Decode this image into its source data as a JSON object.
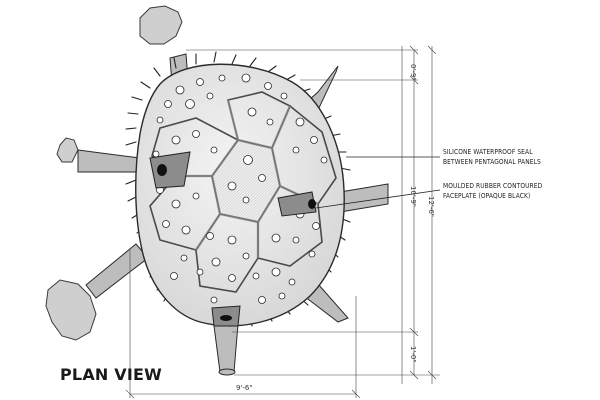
{
  "title": "PLAN VIEW",
  "callouts": [
    {
      "line1": "SILICONE WATERPROOF SEAL",
      "line2": "BETWEEN PENTAGONAL PANELS"
    },
    {
      "line1": "MOULDED RUBBER CONTOURED",
      "line2": "FACEPLATE (OPAQUE BLACK)"
    }
  ],
  "dimensions": {
    "width": "9'-6\"",
    "overall_height": "12'-6\"",
    "body_height": "10'-9\"",
    "top_offset": "0'-9\"",
    "bottom_offset": "1'-0\""
  },
  "colors": {
    "line": "#2a2a2a",
    "body_fill": "#e9e9e9",
    "spike_fill": "#bdbdbd",
    "rock_fill": "#cfcfcf"
  }
}
